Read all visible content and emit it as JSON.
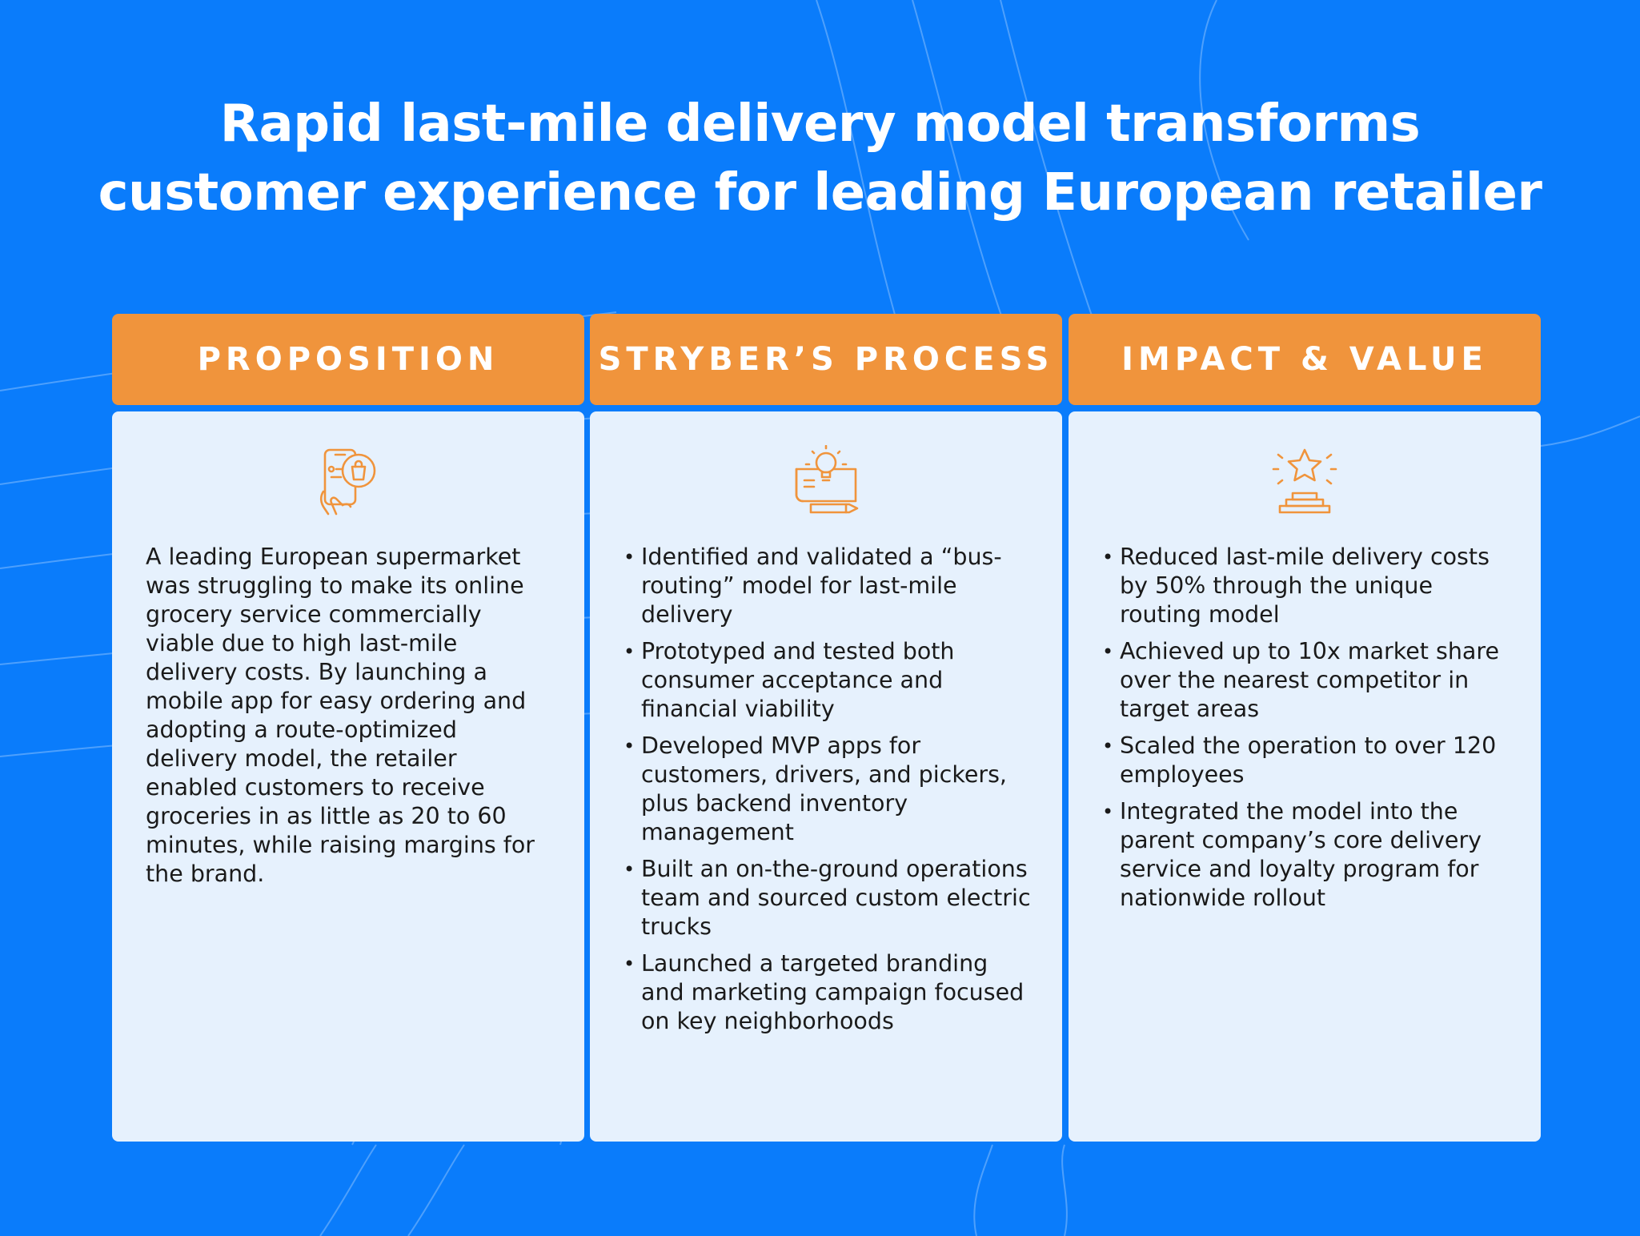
{
  "title": {
    "line1": "Rapid last-mile delivery model transforms",
    "line2": "customer experience for leading European retailer"
  },
  "colors": {
    "background": "#0a7cfb",
    "header": "#f0943c",
    "card": "#e6f1fd",
    "icon": "#f0943c"
  },
  "columns": [
    {
      "header": "PROPOSITION",
      "icon": "mobile-shopping-icon",
      "text": "A leading European supermarket was struggling to make its online grocery service commercially viable due to high last-mile delivery costs. By launching a mobile app for easy ordering and adopting a route-optimized delivery model, the retailer enabled customers to receive groceries in as little as 20 to 60 minutes, while raising margins for the brand."
    },
    {
      "header": "STRYBER’S PROCESS",
      "icon": "idea-blueprint-icon",
      "bullets": [
        "Identified and validated a “bus-routing” model for last-mile delivery",
        "Prototyped and tested both consumer acceptance and financial viability",
        "Developed MVP apps for customers, drivers, and pickers, plus backend inventory management",
        "Built an on-the-ground operations team and sourced custom electric trucks",
        "Launched a targeted branding and marketing campaign focused on key neighborhoods"
      ]
    },
    {
      "header": "IMPACT & VALUE",
      "icon": "star-podium-icon",
      "bullets": [
        "Reduced last-mile delivery costs by 50% through the unique routing model",
        "Achieved up to 10x market share over the nearest competitor in target areas",
        "Scaled the operation to over 120 employees",
        "Integrated the model into the parent company’s core delivery service and loyalty program for nationwide rollout"
      ]
    }
  ]
}
